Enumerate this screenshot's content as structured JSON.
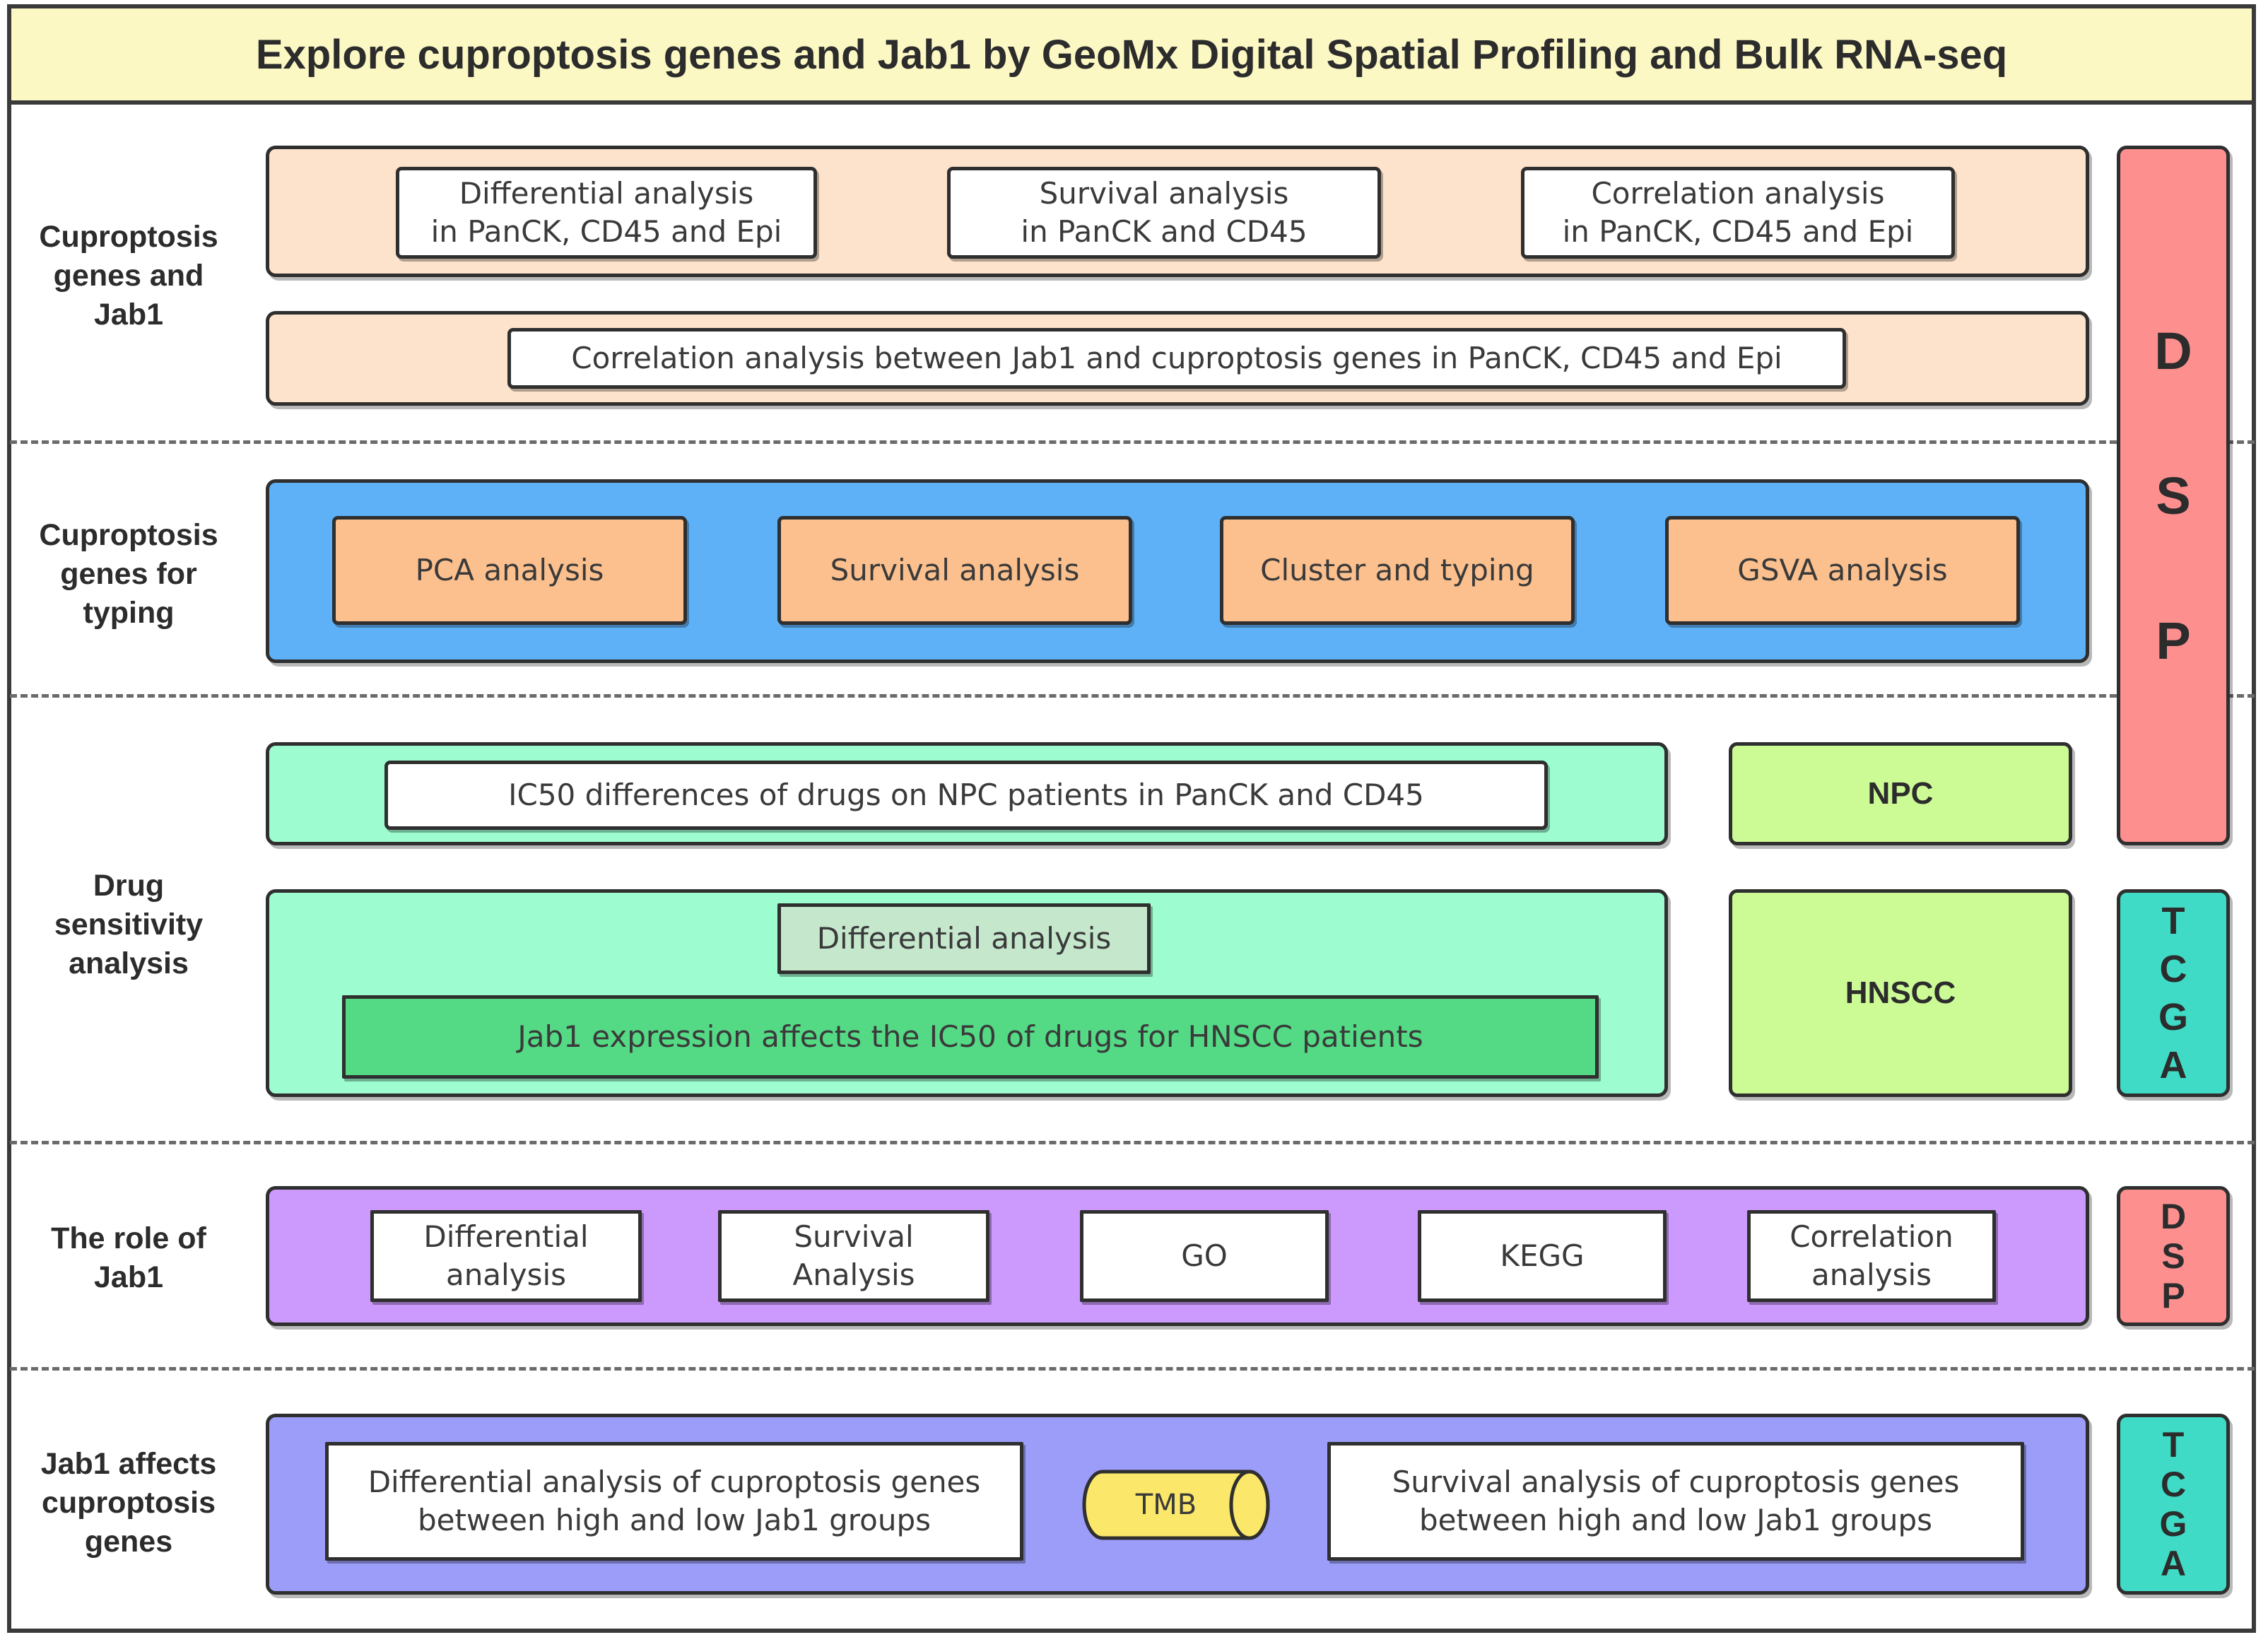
{
  "title": "Explore cuproptosis genes and Jab1 by GeoMx Digital Spatial Profiling and Bulk RNA-seq",
  "colors": {
    "title_bg": "#fcf8c4",
    "row1_panel": "#fde3cc",
    "row2_panel": "#5fb1f7",
    "row2_boxes": "#fbc08e",
    "row3_panel": "#9dfdd0",
    "row3_diff_box": "#c5e8cd",
    "row3_jab1_box": "#54da85",
    "cohort_box": "#ccfb96",
    "row4_panel": "#cc99fd",
    "row5_panel": "#9b9df9",
    "dsp_tag": "#fd8f8f",
    "tcga_tag": "#3fdbc6",
    "tmb_cylinder": "#fbe76a"
  },
  "rows": {
    "row1": {
      "label": "Cuproptosis\ngenes and\nJab1",
      "boxes": [
        "Differential analysis\nin PanCK, CD45 and Epi",
        "Survival analysis\nin PanCK and CD45",
        "Correlation analysis\nin PanCK, CD45 and Epi"
      ],
      "wide_box": "Correlation analysis between Jab1 and cuproptosis genes in PanCK, CD45 and Epi"
    },
    "row2": {
      "label": "Cuproptosis\ngenes for\ntyping",
      "boxes": [
        "PCA analysis",
        "Survival analysis",
        "Cluster and typing",
        "GSVA analysis"
      ]
    },
    "row3": {
      "label": "Drug\nsensitivity\nanalysis",
      "npc_box": "IC50 differences of drugs on NPC patients in PanCK and CD45",
      "diff_box": "Differential analysis",
      "jab1_box": "Jab1 expression affects the IC50 of drugs for HNSCC patients",
      "cohort_npc": "NPC",
      "cohort_hnscc": "HNSCC"
    },
    "row4": {
      "label": "The role of\nJab1",
      "boxes": [
        "Differential\nanalysis",
        "Survival\nAnalysis",
        "GO",
        "KEGG",
        "Correlation\nanalysis"
      ]
    },
    "row5": {
      "label": "Jab1 affects\ncuproptosis\ngenes",
      "left_box": "Differential analysis of cuproptosis genes\nbetween high and low Jab1 groups",
      "tmb": "TMB",
      "right_box": "Survival analysis of cuproptosis genes\nbetween high and low Jab1 groups"
    }
  },
  "tags": {
    "dsp_big": [
      "D",
      "S",
      "P"
    ],
    "tcga_mid": [
      "T",
      "C",
      "G",
      "A"
    ],
    "dsp_small": [
      "D",
      "S",
      "P"
    ],
    "tcga_bottom": [
      "T",
      "C",
      "G",
      "A"
    ]
  }
}
